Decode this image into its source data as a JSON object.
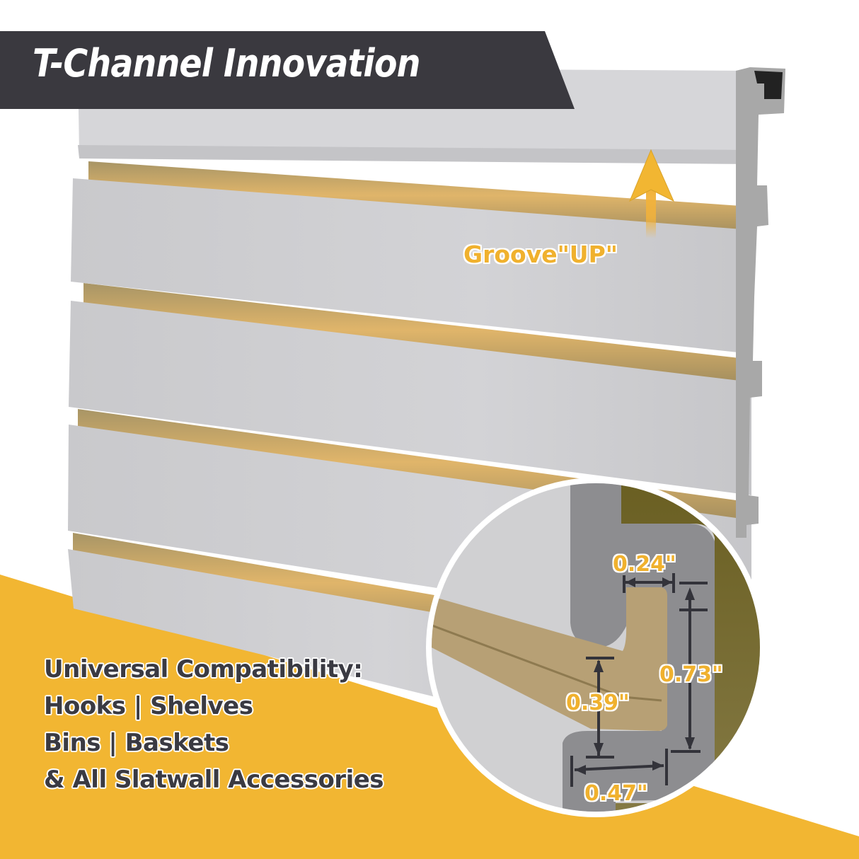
{
  "banner": {
    "title": "T-Channel Innovation"
  },
  "callouts": {
    "groove_label": "Groove\"UP\""
  },
  "compatibility": {
    "lines": [
      "Universal Compatibility:",
      "Hooks | Shelves",
      "Bins | Baskets",
      "& All Slatwall Accessories"
    ]
  },
  "dimensions": {
    "slot_width": "0.24\"",
    "slot_depth": "0.39\"",
    "channel_height": "0.73\"",
    "channel_width": "0.47\""
  },
  "colors": {
    "banner_bg": "#3a393f",
    "accent_yellow": "#f2b632",
    "panel_gray": "#cfcfd2",
    "groove_gold": "#d9b06a",
    "olive": "#6f6428",
    "label_dark": "#3a3a42"
  }
}
